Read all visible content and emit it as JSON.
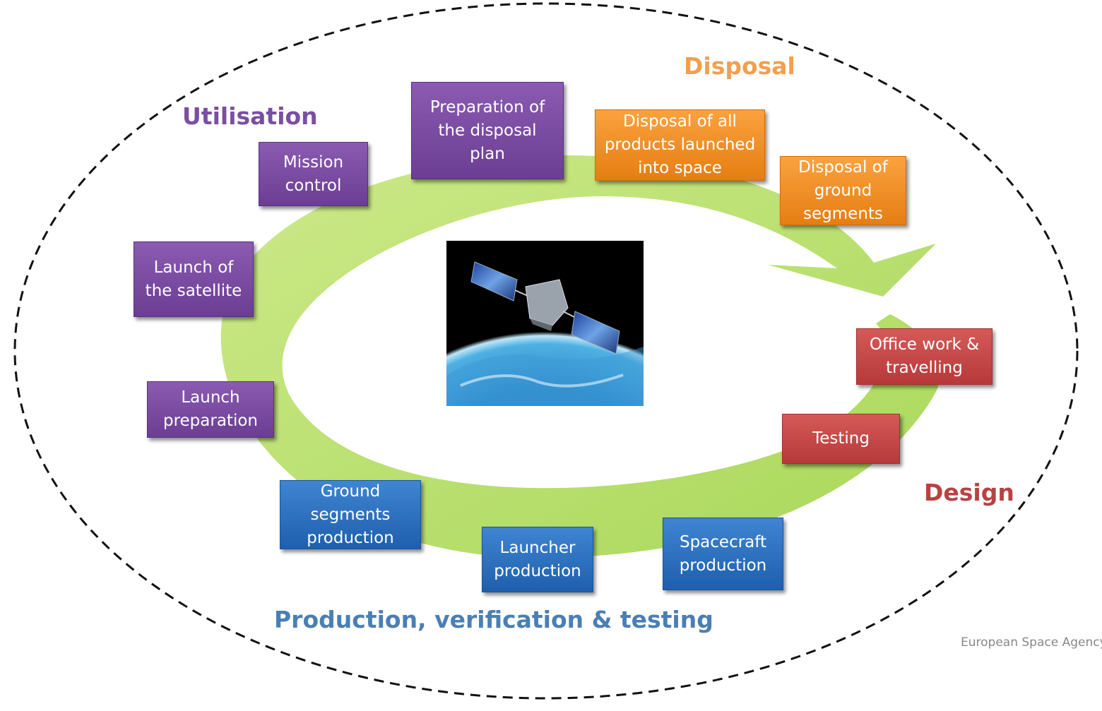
{
  "phases": {
    "utilisation": {
      "label": "Utilisation",
      "color": "#7a4fa3"
    },
    "disposal": {
      "label": "Disposal",
      "color": "#f0a050"
    },
    "design": {
      "label": "Design",
      "color": "#b84242"
    },
    "production": {
      "label": "Production, verification & testing",
      "color": "#4a7fb5"
    }
  },
  "boxes": {
    "preparation_disposal_plan": "Preparation of\nthe disposal\nplan",
    "mission_control": "Mission\ncontrol",
    "launch_satellite": "Launch  of\nthe satellite",
    "launch_preparation": "Launch\npreparation",
    "disposal_all_products": "Disposal of all\nproducts launched\ninto space",
    "disposal_ground_segments": "Disposal of\nground\nsegments",
    "office_work": "Office work &\ntravelling",
    "testing": "Testing",
    "ground_segments_production": "Ground\nsegments\nproduction",
    "launcher_production": "Launcher\nproduction",
    "spacecraft_production": "Spacecraft\nproduction"
  },
  "colors": {
    "cycle_arrow": "#b8df6a",
    "box_purple": "#7a4ca2",
    "box_orange": "#f2901f",
    "box_red": "#c44746",
    "box_blue": "#2e70c0"
  },
  "credit": "European Space Agency"
}
